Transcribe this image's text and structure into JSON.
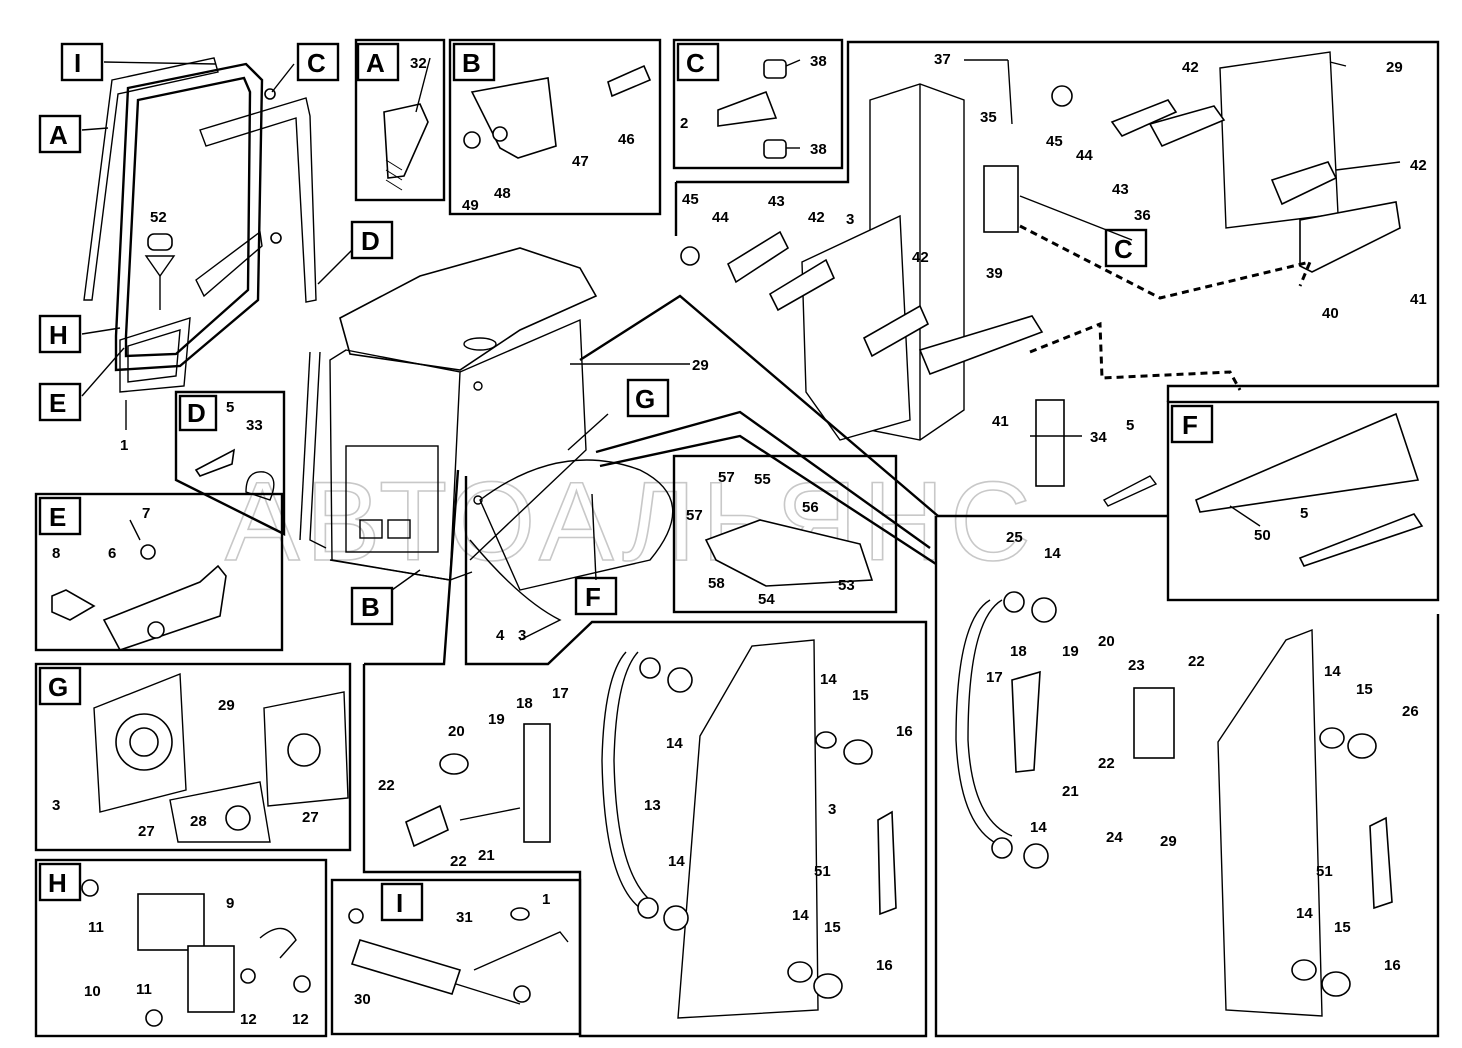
{
  "watermark": "АВТОАЛЬЯНС",
  "panels": {
    "A": "A",
    "B": "B",
    "C": "C",
    "D": "D",
    "E": "E",
    "F": "F",
    "G": "G",
    "H": "H",
    "I": "I"
  },
  "callouts": {
    "I": "I",
    "C": "C",
    "A": "A",
    "H": "H",
    "E": "E",
    "D": "D",
    "B": "B",
    "G": "G",
    "F": "F",
    "C2": "C"
  },
  "labels": [
    {
      "id": "l1",
      "text": "1"
    },
    {
      "id": "l52",
      "text": "52"
    },
    {
      "id": "l32",
      "text": "32"
    },
    {
      "id": "l46",
      "text": "46"
    },
    {
      "id": "l47",
      "text": "47"
    },
    {
      "id": "l48",
      "text": "48"
    },
    {
      "id": "l49",
      "text": "49"
    },
    {
      "id": "l38a",
      "text": "38"
    },
    {
      "id": "l38b",
      "text": "38"
    },
    {
      "id": "l2",
      "text": "2"
    },
    {
      "id": "l37",
      "text": "37"
    },
    {
      "id": "l35",
      "text": "35"
    },
    {
      "id": "l45a",
      "text": "45"
    },
    {
      "id": "l44a",
      "text": "44"
    },
    {
      "id": "l43a",
      "text": "43"
    },
    {
      "id": "l36",
      "text": "36"
    },
    {
      "id": "l42a",
      "text": "42"
    },
    {
      "id": "l29a",
      "text": "29"
    },
    {
      "id": "l42b",
      "text": "42"
    },
    {
      "id": "l41a",
      "text": "41"
    },
    {
      "id": "l40",
      "text": "40"
    },
    {
      "id": "l45b",
      "text": "45"
    },
    {
      "id": "l44b",
      "text": "44"
    },
    {
      "id": "l43b",
      "text": "43"
    },
    {
      "id": "l42c",
      "text": "42"
    },
    {
      "id": "l3a",
      "text": "3"
    },
    {
      "id": "l42d",
      "text": "42"
    },
    {
      "id": "l39",
      "text": "39"
    },
    {
      "id": "l41b",
      "text": "41"
    },
    {
      "id": "l34",
      "text": "34"
    },
    {
      "id": "l5a",
      "text": "5"
    },
    {
      "id": "l29b",
      "text": "29"
    },
    {
      "id": "l5b",
      "text": "5"
    },
    {
      "id": "l33",
      "text": "33"
    },
    {
      "id": "l7",
      "text": "7"
    },
    {
      "id": "l8",
      "text": "8"
    },
    {
      "id": "l6",
      "text": "6"
    },
    {
      "id": "l4",
      "text": "4"
    },
    {
      "id": "l3b",
      "text": "3"
    },
    {
      "id": "l57a",
      "text": "57"
    },
    {
      "id": "l55",
      "text": "55"
    },
    {
      "id": "l56",
      "text": "56"
    },
    {
      "id": "l57b",
      "text": "57"
    },
    {
      "id": "l58",
      "text": "58"
    },
    {
      "id": "l54",
      "text": "54"
    },
    {
      "id": "l53",
      "text": "53"
    },
    {
      "id": "l50",
      "text": "50"
    },
    {
      "id": "l5c",
      "text": "5"
    },
    {
      "id": "l29c",
      "text": "29"
    },
    {
      "id": "l3c",
      "text": "3"
    },
    {
      "id": "l27a",
      "text": "27"
    },
    {
      "id": "l28",
      "text": "28"
    },
    {
      "id": "l27b",
      "text": "27"
    },
    {
      "id": "l20a",
      "text": "20"
    },
    {
      "id": "l19a",
      "text": "19"
    },
    {
      "id": "l18a",
      "text": "18"
    },
    {
      "id": "l17a",
      "text": "17"
    },
    {
      "id": "l22a",
      "text": "22"
    },
    {
      "id": "l22b",
      "text": "22"
    },
    {
      "id": "l21a",
      "text": "21"
    },
    {
      "id": "l13",
      "text": "13"
    },
    {
      "id": "l14a",
      "text": "14"
    },
    {
      "id": "l14b",
      "text": "14"
    },
    {
      "id": "l15a",
      "text": "15"
    },
    {
      "id": "l16a",
      "text": "16"
    },
    {
      "id": "l3d",
      "text": "3"
    },
    {
      "id": "l51a",
      "text": "51"
    },
    {
      "id": "l14c",
      "text": "14"
    },
    {
      "id": "l14d",
      "text": "14"
    },
    {
      "id": "l15b",
      "text": "15"
    },
    {
      "id": "l16b",
      "text": "16"
    },
    {
      "id": "l25",
      "text": "25"
    },
    {
      "id": "l14e",
      "text": "14"
    },
    {
      "id": "l18b",
      "text": "18"
    },
    {
      "id": "l19b",
      "text": "19"
    },
    {
      "id": "l20b",
      "text": "20"
    },
    {
      "id": "l23",
      "text": "23"
    },
    {
      "id": "l22c",
      "text": "22"
    },
    {
      "id": "l17b",
      "text": "17"
    },
    {
      "id": "l21b",
      "text": "21"
    },
    {
      "id": "l22d",
      "text": "22"
    },
    {
      "id": "l24",
      "text": "24"
    },
    {
      "id": "l14f",
      "text": "14"
    },
    {
      "id": "l15c",
      "text": "15"
    },
    {
      "id": "l26",
      "text": "26"
    },
    {
      "id": "l29d",
      "text": "29"
    },
    {
      "id": "l14g",
      "text": "14"
    },
    {
      "id": "l51b",
      "text": "51"
    },
    {
      "id": "l14h",
      "text": "14"
    },
    {
      "id": "l14i",
      "text": "14"
    },
    {
      "id": "l15d",
      "text": "15"
    },
    {
      "id": "l16c",
      "text": "16"
    },
    {
      "id": "l11a",
      "text": "11"
    },
    {
      "id": "l9",
      "text": "9"
    },
    {
      "id": "l10",
      "text": "10"
    },
    {
      "id": "l11b",
      "text": "11"
    },
    {
      "id": "l12a",
      "text": "12"
    },
    {
      "id": "l12b",
      "text": "12"
    },
    {
      "id": "l31",
      "text": "31"
    },
    {
      "id": "l1b",
      "text": "1"
    },
    {
      "id": "l30",
      "text": "30"
    }
  ]
}
